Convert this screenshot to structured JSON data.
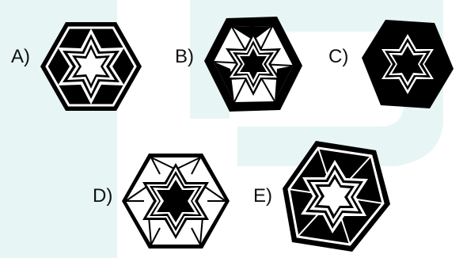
{
  "options": [
    {
      "label": "A)"
    },
    {
      "label": "B)"
    },
    {
      "label": "C)"
    },
    {
      "label": "D)"
    },
    {
      "label": "E)"
    }
  ],
  "colors": {
    "ink": "#000000",
    "paper": "#ffffff",
    "watermark": "#e3f4f4"
  }
}
